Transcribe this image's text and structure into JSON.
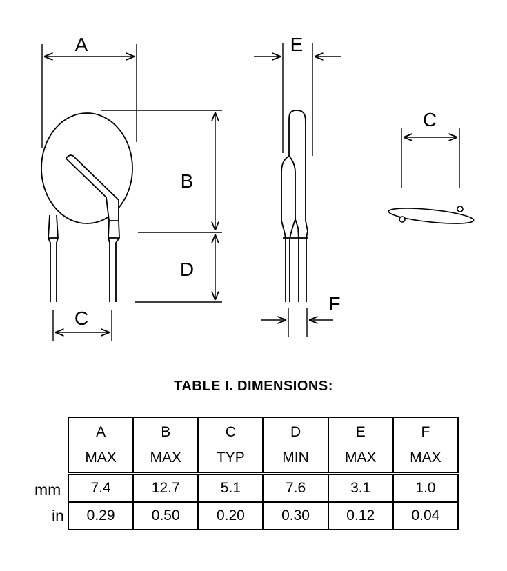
{
  "drawing": {
    "front_view": {
      "label_a": "A",
      "label_b": "B",
      "label_c": "C",
      "label_d": "D"
    },
    "side_view": {
      "label_e": "E",
      "label_f": "F"
    },
    "bottom_view": {
      "label_c": "C"
    }
  },
  "table": {
    "title": "TABLE I. DIMENSIONS:",
    "columns": [
      {
        "letter": "A",
        "qualifier": "MAX"
      },
      {
        "letter": "B",
        "qualifier": "MAX"
      },
      {
        "letter": "C",
        "qualifier": "TYP"
      },
      {
        "letter": "D",
        "qualifier": "MIN"
      },
      {
        "letter": "E",
        "qualifier": "MAX"
      },
      {
        "letter": "F",
        "qualifier": "MAX"
      }
    ],
    "rows": [
      {
        "unit": "mm",
        "values": [
          "7.4",
          "12.7",
          "5.1",
          "7.6",
          "3.1",
          "1.0"
        ]
      },
      {
        "unit": "in",
        "values": [
          "0.29",
          "0.50",
          "0.20",
          "0.30",
          "0.12",
          "0.04"
        ]
      }
    ]
  }
}
